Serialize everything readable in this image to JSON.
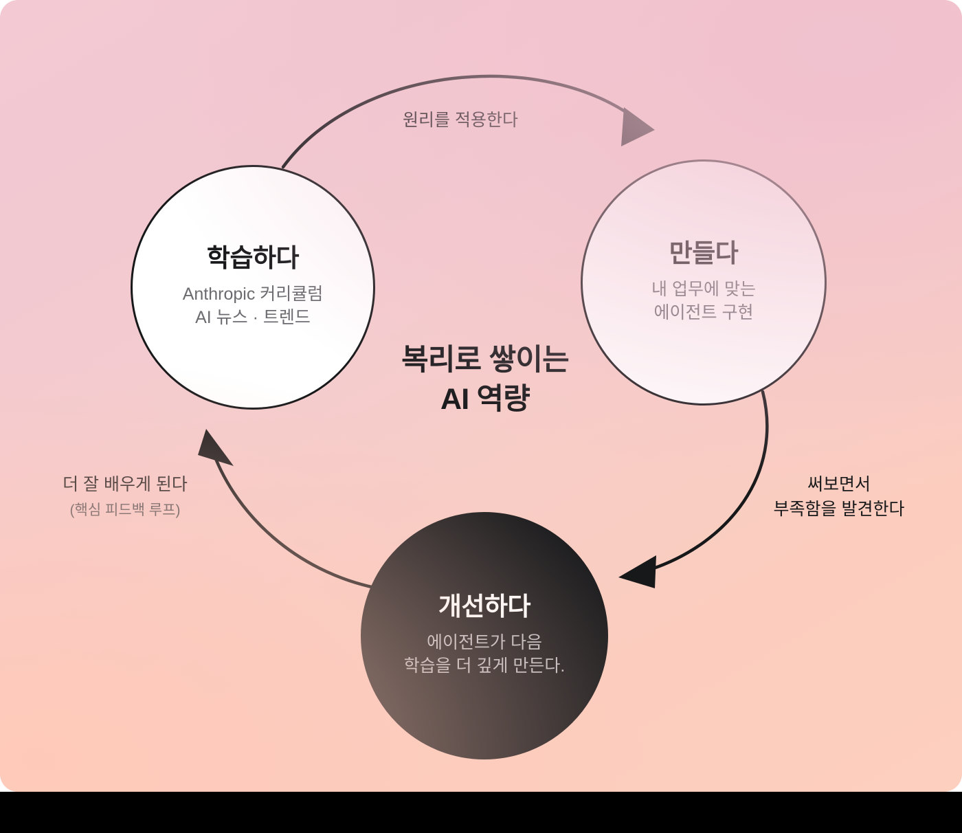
{
  "theme": {
    "gradient_from": "#F0C3CE",
    "gradient_to": "#FCCBBE",
    "ink": "#17181A",
    "muted": "#6B6B70",
    "node_dark_bg": "#1D1D1F",
    "node_light_bg": "#FFFFFF",
    "band": "#000000"
  },
  "center": {
    "title_line1": "복리로 쌓이는",
    "title_line2": "AI 역량"
  },
  "nodes": [
    {
      "id": "learn",
      "title": "학습하다",
      "sub_line1": "Anthropic 커리큘럼",
      "sub_line2": "AI 뉴스 · 트렌드",
      "variant": "light"
    },
    {
      "id": "build",
      "title": "만들다",
      "sub_line1": "내 업무에 맞는",
      "sub_line2": "에이전트 구현",
      "variant": "light"
    },
    {
      "id": "improve",
      "title": "개선하다",
      "sub_line1": "에이전트가 다음",
      "sub_line2": "학습을 더 깊게 만든다.",
      "variant": "dark"
    }
  ],
  "edges": [
    {
      "id": "apply",
      "from": "learn",
      "to": "build",
      "label": "원리를 적용한다",
      "sublabel": ""
    },
    {
      "id": "discover",
      "from": "build",
      "to": "improve",
      "label_line1": "써보면서",
      "label_line2": "부족함을 발견한다"
    },
    {
      "id": "feedback",
      "from": "improve",
      "to": "learn",
      "label": "더 잘 배우게 된다",
      "sublabel": "(핵심 피드백 루프)"
    }
  ],
  "icons": {
    "arrowhead": "arrowhead-triangle-icon"
  }
}
